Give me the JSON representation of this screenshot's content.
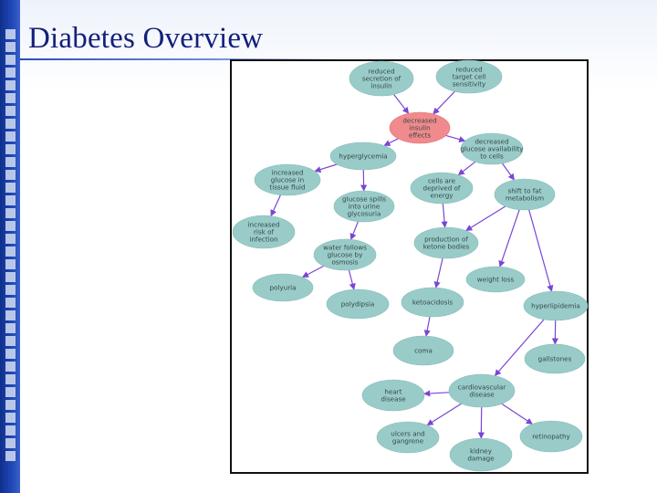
{
  "slide": {
    "title": "Diabetes Overview"
  },
  "colors": {
    "node_fill": "#99ccc8",
    "node_center_fill": "#f08a8c",
    "arrow": "#7a45d6",
    "title": "#14207a"
  },
  "diagram": {
    "nodes": [
      {
        "id": "reduced-secretion",
        "lines": [
          "reduced",
          "secretion of",
          "insulin"
        ],
        "center": false
      },
      {
        "id": "reduced-target-sensitivity",
        "lines": [
          "reduced",
          "target cell",
          "sensitivity"
        ],
        "center": false
      },
      {
        "id": "decreased-insulin-effects",
        "lines": [
          "decreased",
          "insulin",
          "effects"
        ],
        "center": true
      },
      {
        "id": "hyperglycemia",
        "lines": [
          "hyperglycemia"
        ],
        "center": false
      },
      {
        "id": "decreased-glucose-availability",
        "lines": [
          "decreased",
          "glucose availability",
          "to cells"
        ],
        "center": false
      },
      {
        "id": "increased-glucose-tissue-fluid",
        "lines": [
          "increased",
          "glucose in",
          "tissue fluid"
        ],
        "center": false
      },
      {
        "id": "glucose-spills-urine",
        "lines": [
          "glucose spills",
          "into urine",
          "glycosuria"
        ],
        "center": false
      },
      {
        "id": "cells-deprived-energy",
        "lines": [
          "cells are",
          "deprived of",
          "energy"
        ],
        "center": false
      },
      {
        "id": "shift-metabolism",
        "lines": [
          "shift to fat",
          "metabolism"
        ],
        "center": false
      },
      {
        "id": "increased-risk-infection",
        "lines": [
          "increased",
          "risk of",
          "infection"
        ],
        "center": false
      },
      {
        "id": "water-follows-glucose",
        "lines": [
          "water follows",
          "glucose by",
          "osmosis"
        ],
        "center": false
      },
      {
        "id": "production-ketone",
        "lines": [
          "production of",
          "ketone bodies"
        ],
        "center": false
      },
      {
        "id": "weight-loss",
        "lines": [
          "weight loss"
        ],
        "center": false
      },
      {
        "id": "polyuria",
        "lines": [
          "polyuria"
        ],
        "center": false
      },
      {
        "id": "polydipsia",
        "lines": [
          "polydipsia"
        ],
        "center": false
      },
      {
        "id": "ketoacidosis",
        "lines": [
          "ketoacidosis"
        ],
        "center": false
      },
      {
        "id": "hyperlipidemia",
        "lines": [
          "hyperlipidemia"
        ],
        "center": false
      },
      {
        "id": "coma",
        "lines": [
          "coma"
        ],
        "center": false
      },
      {
        "id": "gallstones",
        "lines": [
          "gallstones"
        ],
        "center": false
      },
      {
        "id": "cardiovascular-disease",
        "lines": [
          "cardiovascular",
          "disease"
        ],
        "center": false
      },
      {
        "id": "heart-disease",
        "lines": [
          "heart",
          "disease"
        ],
        "center": false
      },
      {
        "id": "ulcers-gangrene",
        "lines": [
          "ulcers and",
          "gangrene"
        ],
        "center": false
      },
      {
        "id": "retinopathy",
        "lines": [
          "retinopathy"
        ],
        "center": false
      },
      {
        "id": "kidney-damage",
        "lines": [
          "kidney",
          "damage"
        ],
        "center": false
      }
    ],
    "edges": [
      [
        "reduced-secretion",
        "decreased-insulin-effects"
      ],
      [
        "reduced-target-sensitivity",
        "decreased-insulin-effects"
      ],
      [
        "decreased-insulin-effects",
        "hyperglycemia"
      ],
      [
        "decreased-insulin-effects",
        "decreased-glucose-availability"
      ],
      [
        "hyperglycemia",
        "increased-glucose-tissue-fluid"
      ],
      [
        "hyperglycemia",
        "glucose-spills-urine"
      ],
      [
        "decreased-glucose-availability",
        "cells-deprived-energy"
      ],
      [
        "decreased-glucose-availability",
        "shift-metabolism"
      ],
      [
        "increased-glucose-tissue-fluid",
        "increased-risk-infection"
      ],
      [
        "glucose-spills-urine",
        "water-follows-glucose"
      ],
      [
        "cells-deprived-energy",
        "production-ketone"
      ],
      [
        "shift-metabolism",
        "production-ketone"
      ],
      [
        "shift-metabolism",
        "weight-loss"
      ],
      [
        "shift-metabolism",
        "hyperlipidemia"
      ],
      [
        "water-follows-glucose",
        "polyuria"
      ],
      [
        "water-follows-glucose",
        "polydipsia"
      ],
      [
        "production-ketone",
        "ketoacidosis"
      ],
      [
        "ketoacidosis",
        "coma"
      ],
      [
        "hyperlipidemia",
        "gallstones"
      ],
      [
        "hyperlipidemia",
        "cardiovascular-disease"
      ],
      [
        "cardiovascular-disease",
        "heart-disease"
      ],
      [
        "cardiovascular-disease",
        "ulcers-gangrene"
      ],
      [
        "cardiovascular-disease",
        "retinopathy"
      ],
      [
        "cardiovascular-disease",
        "kidney-damage"
      ]
    ]
  }
}
